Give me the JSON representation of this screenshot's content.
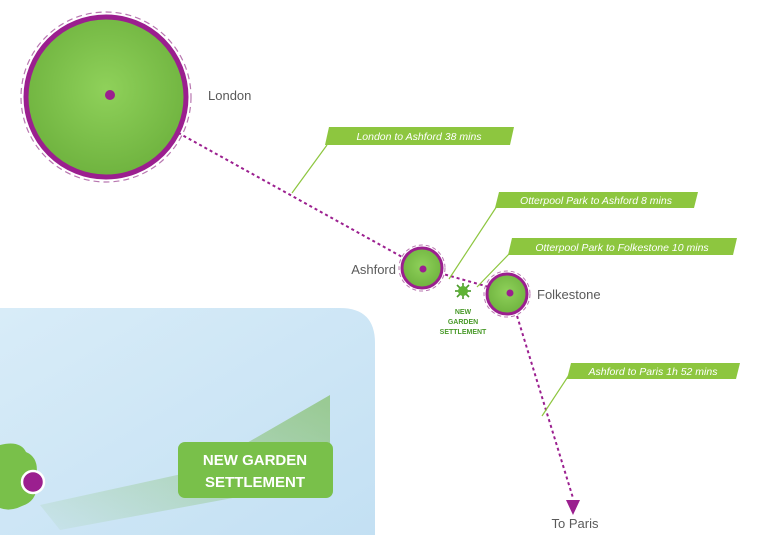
{
  "places": {
    "london": "London",
    "ashford": "Ashford",
    "folkestone": "Folkestone",
    "to_paris": "To Paris"
  },
  "settlement": {
    "line1": "NEW",
    "line2": "GARDEN",
    "line3": "SETTLEMENT"
  },
  "journey_tags": {
    "london_ashford": "London to Ashford 38 mins",
    "otterpool_ashford": "Otterpool Park to Ashford 8 mins",
    "otterpool_folkestone": "Otterpool Park to Folkestone 10 mins",
    "ashford_paris": "Ashford to Paris 1h 52 mins"
  },
  "badge": {
    "line1": "NEW GARDEN",
    "line2": "SETTLEMENT"
  },
  "colors": {
    "town_fill": "#79c04a",
    "ring": "#9b1f8f",
    "route": "#9b1f8f",
    "tag": "#8dc63f",
    "map_bg": "#cfe6f5"
  }
}
